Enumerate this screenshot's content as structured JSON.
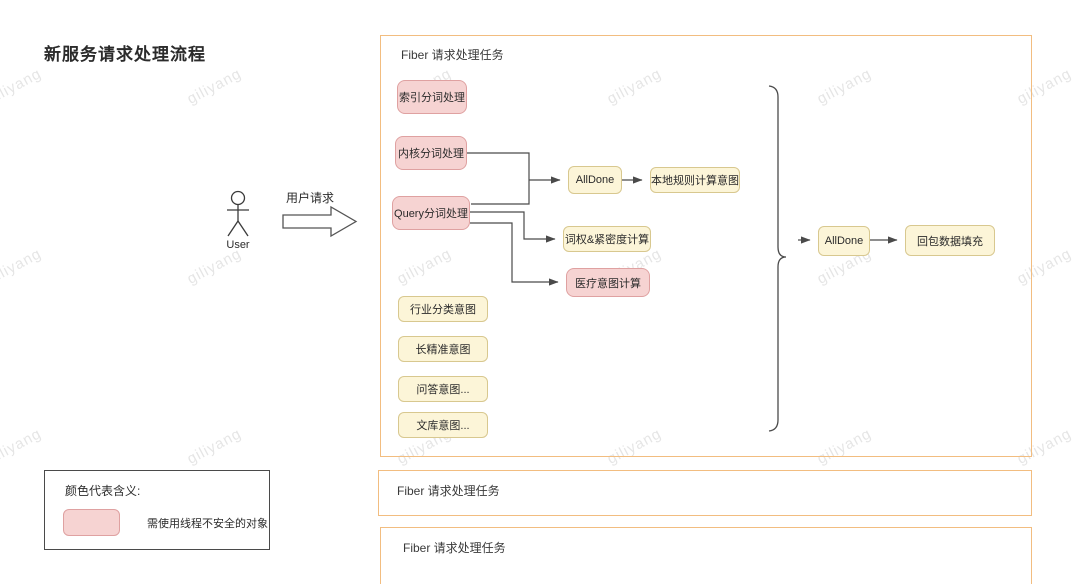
{
  "title": "新服务请求处理流程",
  "watermark_text": "giliyang",
  "actor": {
    "label": "User",
    "request_label": "用户请求"
  },
  "fiber_box": {
    "label": "Fiber 请求处理任务"
  },
  "nodes": {
    "index_seg": "索引分词处理",
    "kernel_seg": "内核分词处理",
    "query_seg": "Query分词处理",
    "alldone_left": "AllDone",
    "local_rule": "本地规则计算意图",
    "word_weight": "词权&紧密度计算",
    "medical": "医疗意图计算",
    "industry": "行业分类意图",
    "long_precise": "长精准意图",
    "qa": "问答意图...",
    "wenku": "文库意图...",
    "alldone_right": "AllDone",
    "response_fill": "回包数据填充"
  },
  "legend": {
    "title": "颜色代表含义:",
    "pink_meaning": "需使用线程不安全的对象"
  },
  "bottom_boxes": [
    {
      "label": "Fiber 请求处理任务"
    },
    {
      "label": "Fiber 请求处理任务"
    }
  ],
  "colors": {
    "pink_fill": "#f6d3d2",
    "pink_border": "#dfa1a1",
    "yellow_fill": "#fcf5d8",
    "yellow_border": "#d8c88f",
    "frame_border": "#f2bd80",
    "line": "#4a4a4a"
  }
}
